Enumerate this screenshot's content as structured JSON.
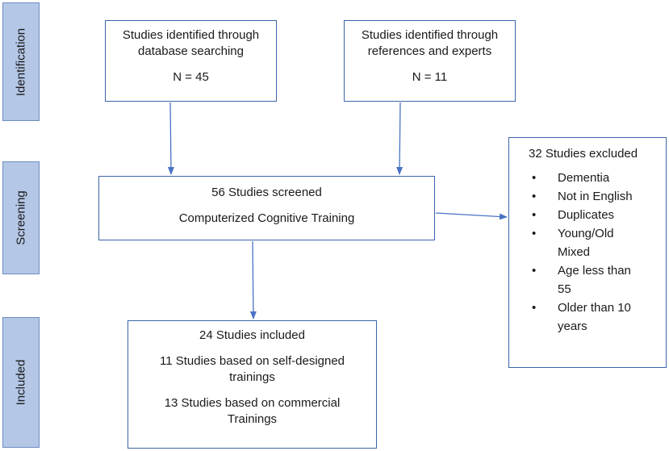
{
  "stages": {
    "identification": "Identification",
    "screening": "Screening",
    "included": "Included"
  },
  "database_box": {
    "line1": "Studies identified through",
    "line2": "database searching",
    "count": "N = 45"
  },
  "references_box": {
    "line1": "Studies identified through",
    "line2": "references and experts",
    "count": "N = 11"
  },
  "screened_box": {
    "title": "56 Studies screened",
    "subtitle": "Computerized Cognitive Training"
  },
  "included_box": {
    "title": "24 Studies included",
    "self_line1": "11 Studies based on self-designed",
    "self_line2": "trainings",
    "commercial_line1": "13 Studies based on commercial",
    "commercial_line2": "Trainings"
  },
  "excluded_box": {
    "title": "32 Studies excluded",
    "reasons": [
      {
        "line1": "Dementia",
        "line2": ""
      },
      {
        "line1": "Not in English",
        "line2": ""
      },
      {
        "line1": "Duplicates",
        "line2": ""
      },
      {
        "line1": "Young/Old",
        "line2": "Mixed"
      },
      {
        "line1": "Age less than",
        "line2": "55"
      },
      {
        "line1": "Older than 10",
        "line2": "years"
      }
    ]
  },
  "colors": {
    "stage_fill": "#b4c7e7",
    "box_border": "#3b64a8",
    "arrow": "#4a72c4"
  }
}
